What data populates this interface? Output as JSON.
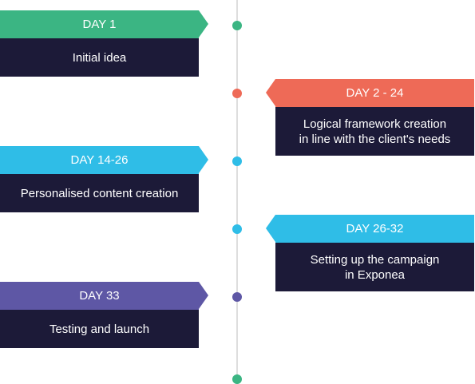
{
  "colors": {
    "green": "#3bb583",
    "orange": "#ee6a57",
    "cyan": "#2fbde7",
    "purple": "#5e57a5",
    "navy": "#1c1a38",
    "axis": "#dedede"
  },
  "milestones": [
    {
      "day": "DAY 1",
      "lines": [
        "Initial idea"
      ]
    },
    {
      "day": "DAY 2 - 24",
      "lines": [
        "Logical framework creation",
        "in line with the client's needs"
      ]
    },
    {
      "day": "DAY 14-26",
      "lines": [
        "Personalised content creation"
      ]
    },
    {
      "day": "DAY 26-32",
      "lines": [
        "Setting up the campaign",
        "in Exponea"
      ]
    },
    {
      "day": "DAY 33",
      "lines": [
        "Testing and launch"
      ]
    }
  ]
}
